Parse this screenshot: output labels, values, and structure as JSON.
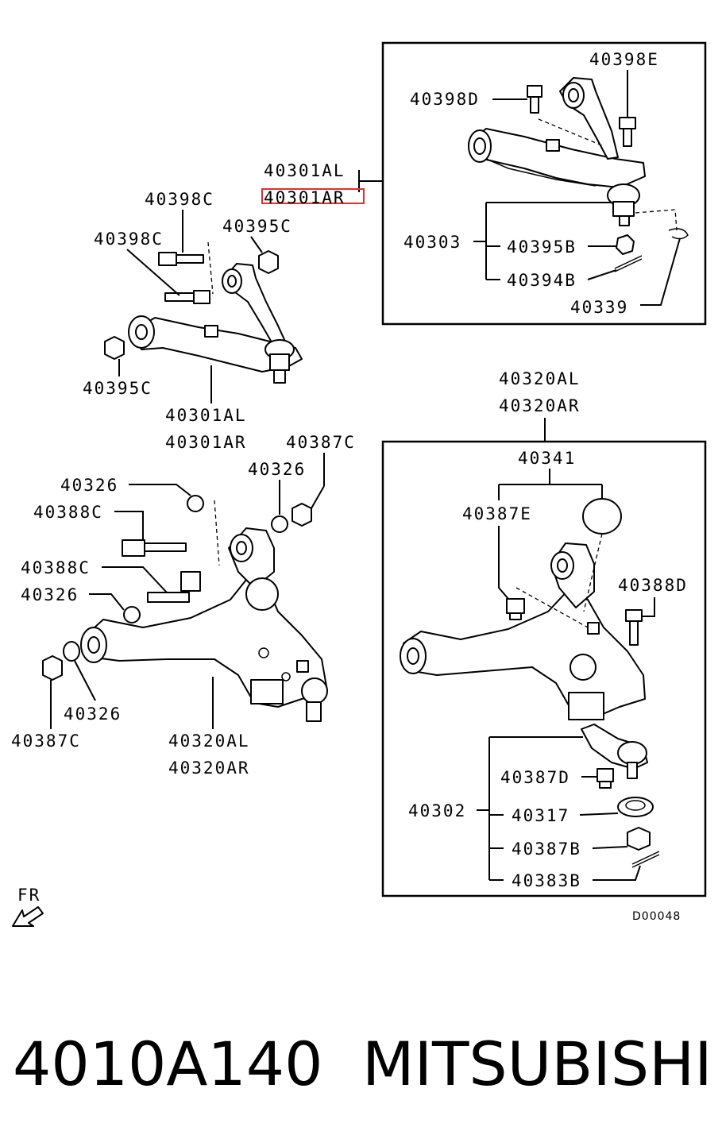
{
  "labels": {
    "l_40398E": "40398E",
    "l_40398D": "40398D",
    "l_40301AL_top": "40301AL",
    "l_40301AR_top": "40301AR",
    "l_40303": "40303",
    "l_40395B": "40395B",
    "l_40394B": "40394B",
    "l_40339": "40339",
    "l_40398C_a": "40398C",
    "l_40398C_b": "40398C",
    "l_40395C_a": "40395C",
    "l_40395C_b": "40395C",
    "l_40301AL_mid": "40301AL",
    "l_40301AR_mid": "40301AR",
    "l_40387C_a": "40387C",
    "l_40326_a": "40326",
    "l_40326_b": "40326",
    "l_40388C_a": "40388C",
    "l_40388C_b": "40388C",
    "l_40326_c": "40326",
    "l_40326_d": "40326",
    "l_40387C_b": "40387C",
    "l_40320AL_bot": "40320AL",
    "l_40320AR_bot": "40320AR",
    "l_40320AL_top": "40320AL",
    "l_40320AR_top": "40320AR",
    "l_40341": "40341",
    "l_40387E": "40387E",
    "l_40388D": "40388D",
    "l_40387D": "40387D",
    "l_40302": "40302",
    "l_40317": "40317",
    "l_40387B": "40387B",
    "l_40383B": "40383B",
    "fr": "FR",
    "code": "D00048"
  },
  "footer": {
    "part_number": "4010A140",
    "brand": "MITSUBISHI"
  },
  "colors": {
    "highlight": "#e03030",
    "line": "#000000"
  }
}
